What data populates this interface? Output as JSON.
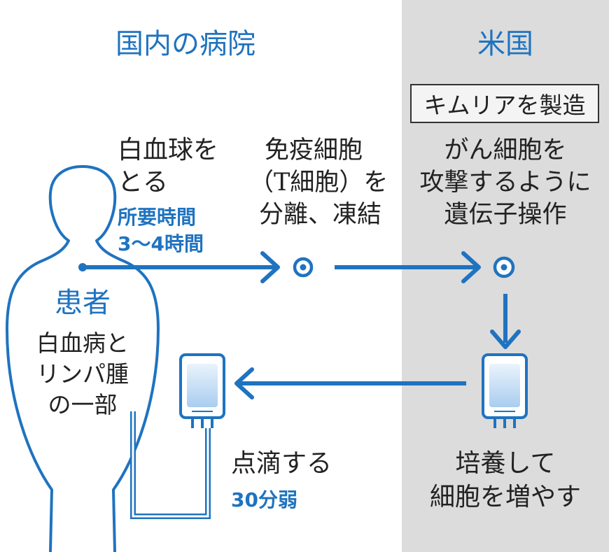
{
  "diagram": {
    "headers": {
      "domestic_hospital": "国内の病院",
      "usa": "米国"
    },
    "usa_box": "キムリアを製造",
    "steps": {
      "collect": {
        "line1": "白血球を",
        "line2": "とる"
      },
      "required_time": {
        "label": "所要時間",
        "value": "3〜4時間"
      },
      "separate": {
        "line1": "免疫細胞",
        "line2": "（T細胞）を",
        "line3": "分離、凍結"
      },
      "modify": {
        "line1": "がん細胞を",
        "line2": "攻撃するように",
        "line3": "遺伝子操作"
      },
      "culture": {
        "line1": "培養して",
        "line2": "細胞を増やす"
      },
      "infuse": {
        "line1": "点滴する",
        "line2": "30分弱"
      }
    },
    "patient": {
      "title": "患者",
      "line1": "白血病と",
      "line2": "リンパ腫",
      "line3": "の一部"
    },
    "colors": {
      "accent_blue": "#1f73c0",
      "light_blue": "#dbeaf8",
      "us_background": "#dcdcdc",
      "text": "#222222"
    }
  }
}
